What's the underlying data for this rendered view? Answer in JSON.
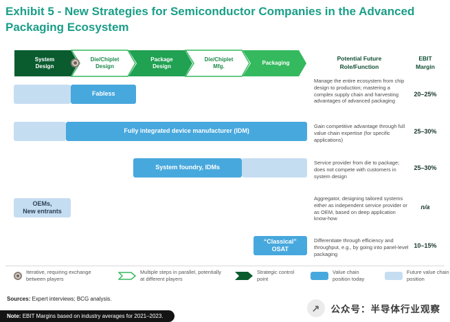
{
  "title": "Exhibit 5 - New Strategies for Semiconductor Companies in the Advanced Packaging Ecosystem",
  "columns": {
    "role": "Potential Future\nRole/Function",
    "ebit": "EBIT\nMargin"
  },
  "chain": {
    "stages": [
      {
        "label": "System\nDesign",
        "style": "dark"
      },
      {
        "label": "Die/Chiplet\nDesign",
        "style": "outline"
      },
      {
        "label": "Package\nDesign",
        "style": "mid"
      },
      {
        "label": "Die/Chiplet\nMfg.",
        "style": "outline"
      },
      {
        "label": "Packaging",
        "style": "bright"
      }
    ]
  },
  "rows": [
    {
      "label": "Fabless",
      "description": "Manage the entire ecosystem from chip design to production; mastering a complex supply chain and harvesting advantages of advanced packaging",
      "ebit": "20–25%",
      "segments": [
        {
          "from": 0,
          "to": 1,
          "type": "future"
        },
        {
          "from": 1,
          "to": 2.15,
          "type": "today",
          "label": true
        }
      ]
    },
    {
      "label": "Fully integrated device manufacturer (IDM)",
      "description": "Gain competitive advantage through full value chain expertise (for specific applications)",
      "ebit": "25–30%",
      "segments": [
        {
          "from": 0,
          "to": 0.92,
          "type": "future"
        },
        {
          "from": 0.92,
          "to": 5,
          "type": "today",
          "label": true
        }
      ]
    },
    {
      "label": "System foundry, IDMs",
      "description": "Service provider from die to package; does not compete with customers in system design",
      "ebit": "25–30%",
      "segments": [
        {
          "from": 2.1,
          "to": 4,
          "type": "today",
          "label": true
        },
        {
          "from": 4,
          "to": 5,
          "type": "future"
        }
      ]
    },
    {
      "label": "OEMs,\nNew entrants",
      "description": "Aggregator, designing tailored systems either as independent service provider or as OEM, based on deep application know-how",
      "ebit": "n/a",
      "segments": [
        {
          "from": 0,
          "to": 1,
          "type": "future",
          "label": true,
          "label_style": "dark"
        }
      ]
    },
    {
      "label": "“Classical”\nOSAT",
      "description": "Differentiate through efficiency and throughput, e.g., by going into panel-level packaging",
      "ebit": "10–15%",
      "segments": [
        {
          "from": 4.2,
          "to": 5,
          "type": "today",
          "label": true
        }
      ]
    }
  ],
  "legend": [
    {
      "label": "Iterative, requiring exchange between players",
      "icon": "iterative-icon"
    },
    {
      "label": "Multiple steps in parallel, potentially at different players",
      "icon": "parallel-steps-icon"
    },
    {
      "label": "Strategic control point",
      "icon": "strategic-control-swatch"
    },
    {
      "label": "Value chain position today",
      "icon": "today-swatch"
    },
    {
      "label": "Future value chain position",
      "icon": "future-swatch"
    }
  ],
  "sources": {
    "label": "Sources:",
    "text": "Expert interviews; BCG analysis."
  },
  "note": {
    "label": "Note:",
    "text": "EBIT Margins based on industry averages for 2021–2023."
  },
  "watermark": {
    "share_icon": "↗",
    "text": "公众号：半导体行业观察"
  },
  "colors": {
    "title": "#1A9E88",
    "dark": "#0A5C2F",
    "mid": "#21A152",
    "bright": "#35B95F",
    "today": "#47A8DD",
    "future": "#C5DDF1",
    "header": "#0F4D33"
  }
}
